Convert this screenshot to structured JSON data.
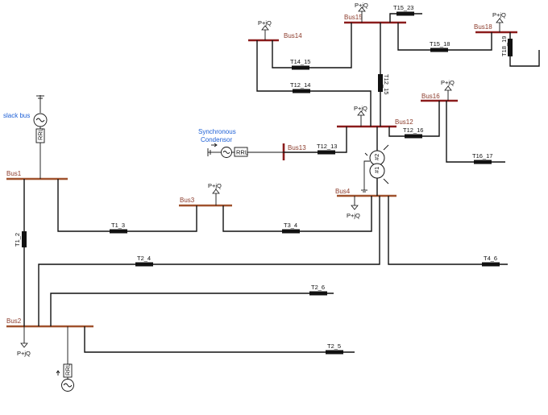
{
  "buses": {
    "bus1": "Bus1",
    "bus2": "Bus2",
    "bus3": "Bus3",
    "bus4": "Bus4",
    "bus12": "Bus12",
    "bus13": "Bus13",
    "bus14": "Bus14",
    "bus15": "Bus15",
    "bus16": "Bus16",
    "bus18": "Bus18"
  },
  "lines": {
    "t1_2": "T1_2",
    "t1_3": "T1_3",
    "t2_4": "T2_4",
    "t2_5": "T2_5",
    "t2_6": "T2_6",
    "t3_4": "T3_4",
    "t4_6": "T4_6",
    "t12_13": "T12_13",
    "t12_14": "T12_14",
    "t12_15": "T12_15",
    "t12_16": "T12_16",
    "t14_15": "T14_15",
    "t15_18": "T15_18",
    "t15_23": "T15_23",
    "t16_17": "T16_17",
    "t18_19": "T18_19"
  },
  "loads": {
    "label": "P+jQ"
  },
  "sources": {
    "slack_bus": "slack bus",
    "sync_line1": "Synchronous",
    "sync_line2": "Condensor",
    "rrl": "RRL"
  },
  "transformer": {
    "w1": "#1",
    "w2": "#2"
  }
}
